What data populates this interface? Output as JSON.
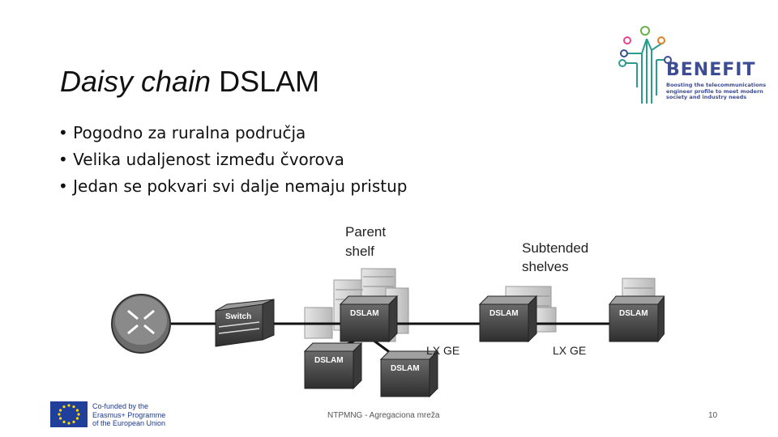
{
  "slide": {
    "title_italic": "Daisy chain",
    "title_rest": " DSLAM",
    "bullets": [
      "Pogodno za ruralna područja",
      "Velika udaljenost između čvorova",
      "Jedan se pokvari svi dalje nemaju pristup"
    ]
  },
  "logo": {
    "name": "BENEFIT",
    "subtitle": "Boosting the telecommunications engineer profile to meet modern society and industry needs",
    "color": "#3d4c93"
  },
  "diagram": {
    "parent_label_1": "Parent",
    "parent_label_2": "shelf",
    "subtended_label_1": "Subtended",
    "subtended_label_2": "shelves",
    "link_label_1": "LX GE",
    "link_label_2": "LX GE",
    "switch_label": "Switch",
    "dslam_label": "DSLAM"
  },
  "footer": {
    "eu_text_1": "Co-funded by the",
    "eu_text_2": "Erasmus+ Programme",
    "eu_text_3": "of the European Union",
    "center_text": "NTPMNG - Agregaciona mreža",
    "page_number": "10"
  }
}
